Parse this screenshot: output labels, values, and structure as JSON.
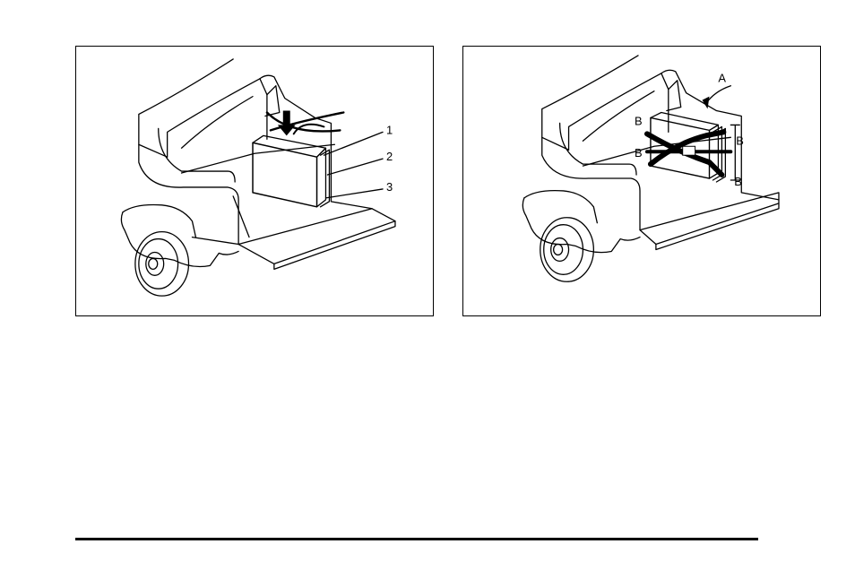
{
  "figures": [
    {
      "callouts": [
        "1",
        "2",
        "3"
      ]
    },
    {
      "callouts": [
        "A",
        "B",
        "B",
        "B",
        "B"
      ]
    }
  ]
}
